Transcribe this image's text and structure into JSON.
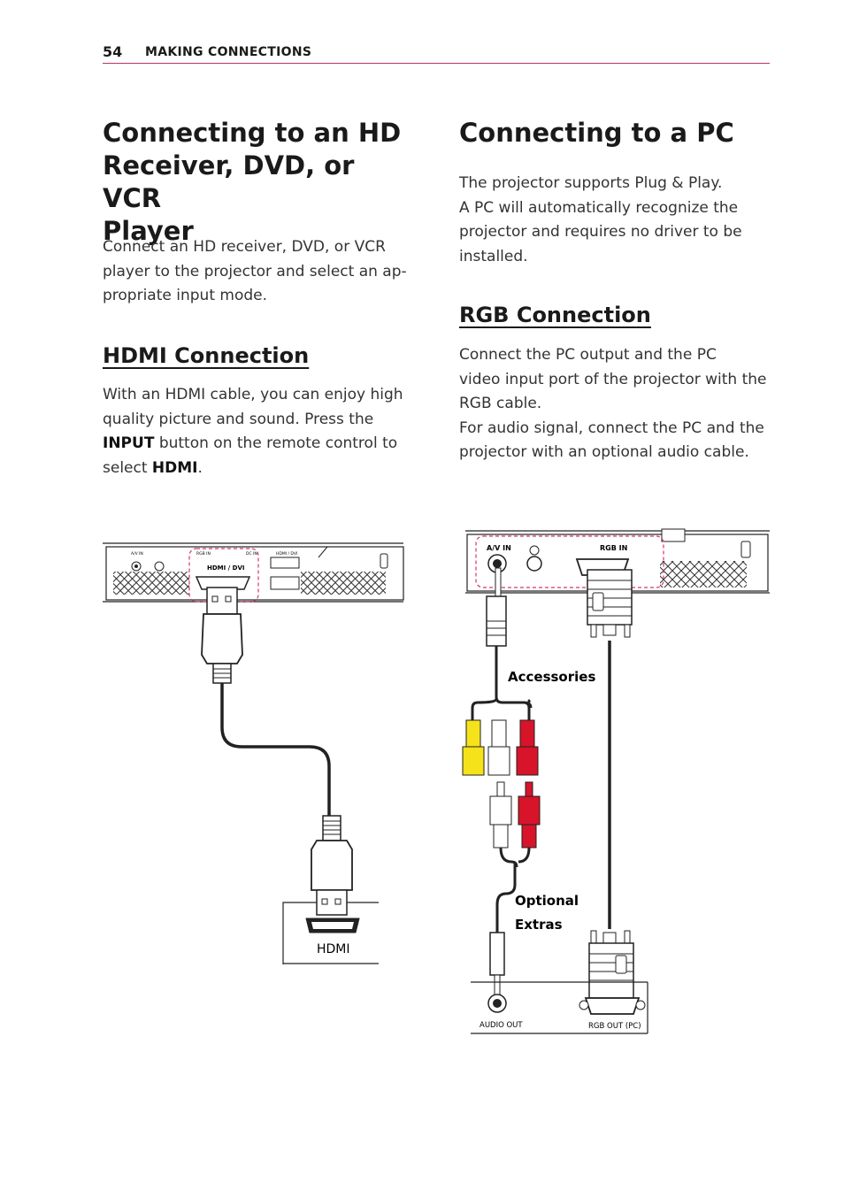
{
  "header": {
    "page_number": "54",
    "section": "MAKING CONNECTIONS"
  },
  "left": {
    "title_lines": [
      "Connecting to an HD",
      "Receiver, DVD, or VCR",
      "Player"
    ],
    "intro_lines": [
      "Connect an HD receiver, DVD, or VCR",
      "player to the projector and select an ap-",
      "propriate input mode."
    ],
    "hdmi_heading": "HDMI Connection",
    "hdmi_text": {
      "line1": "With an HDMI cable, you can enjoy high",
      "line2": "quality picture and sound. Press the",
      "bold_input": "INPUT",
      "line3_rest": " button on the remote control to",
      "line4_pre": "select ",
      "bold_hdmi": "HDMI",
      "line4_post": "."
    }
  },
  "right": {
    "title": "Connecting to a PC",
    "intro_lines": [
      "The projector supports Plug & Play.",
      "A PC will automatically recognize the",
      "projector and requires no driver to be",
      "installed."
    ],
    "rgb_heading": "RGB Connection",
    "rgb_lines": [
      "Connect the PC output and the PC",
      "video input port of the projector with the",
      "RGB cable.",
      "For audio signal, connect the PC and the",
      "projector with an optional audio cable."
    ]
  },
  "hdmi_figure": {
    "panel_labels": {
      "av_in": "A/V IN",
      "rgb_in": "RGB IN",
      "dc_in": "DC IN",
      "hdmi_dvi_small": "HDMI / DVI"
    },
    "port_label": "HDMI / DVI",
    "device_port_label": "HDMI"
  },
  "pc_figure": {
    "av_in": "A/V IN",
    "rgb_in": "RGB IN",
    "accessories": "Accessories",
    "optional": "Optional",
    "extras": "Extras",
    "audio_out": "AUDIO OUT",
    "rgb_out": "RGB OUT (PC)"
  },
  "colors": {
    "accent": "#b0336a",
    "dashed": "#d4366e",
    "rca_yellow": "#f5e21a",
    "rca_red": "#d7142a"
  }
}
